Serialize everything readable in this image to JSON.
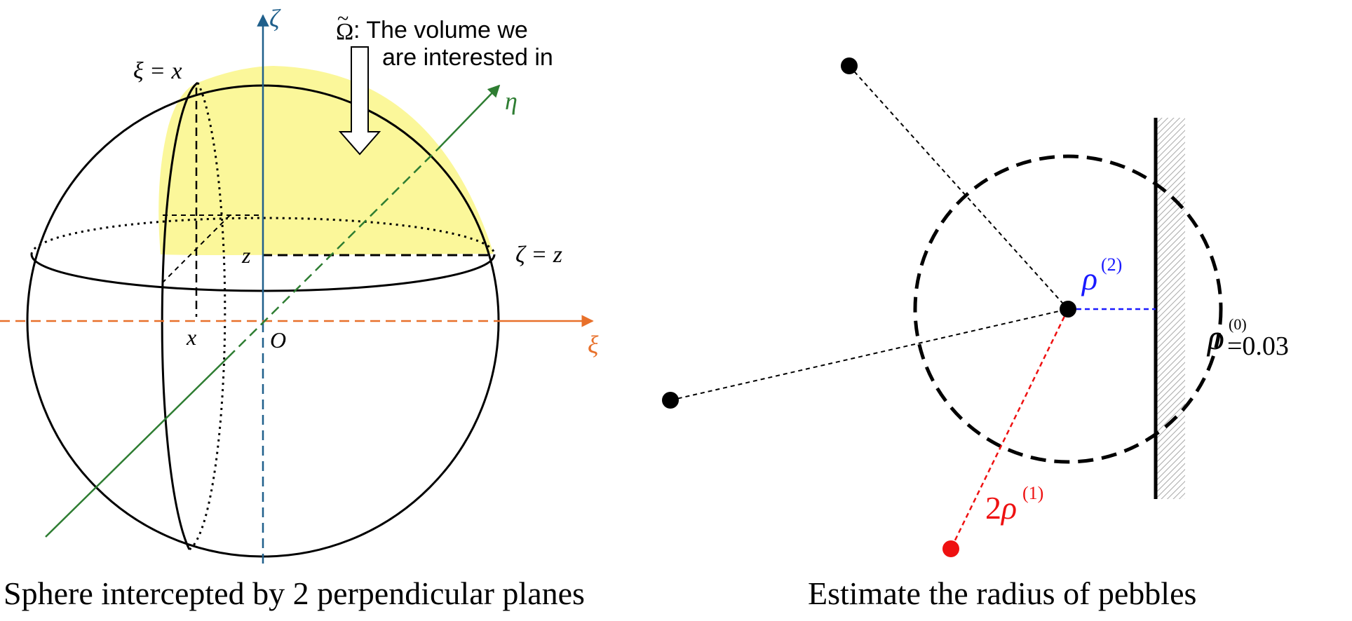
{
  "left_figure": {
    "axis_zeta": "ζ",
    "axis_eta": "η",
    "axis_xi": "ξ",
    "label_xi_eq_x": "ξ = x",
    "label_zeta_eq_z": "ζ = z",
    "label_x": "x",
    "label_z": "z",
    "label_origin": "O",
    "omega_symbol": "Ω",
    "omega_tilde": "~",
    "annotation_line1": ": The volume we",
    "annotation_line2": "are interested in",
    "caption": "Sphere intercepted by 2 perpendicular planes",
    "colors": {
      "xi_axis": "#e8702a",
      "zeta_axis": "#1f5f8b",
      "eta_axis": "#2e7d32",
      "volume_fill": "#fbf79a"
    }
  },
  "right_figure": {
    "label_rho2_base": "ρ",
    "label_rho2_sup": "(2)",
    "label_rho1_coef": "2",
    "label_rho1_base": "ρ",
    "label_rho1_sup": "(1)",
    "label_rho0_base": "ρ",
    "label_rho0_sup": "(0)",
    "label_rho0_value": "=0.03",
    "caption": "Estimate the radius of pebbles",
    "colors": {
      "rho2": "#1a1aff",
      "rho1": "#ee1111",
      "wall_hatch": "#b0b0b0"
    }
  }
}
